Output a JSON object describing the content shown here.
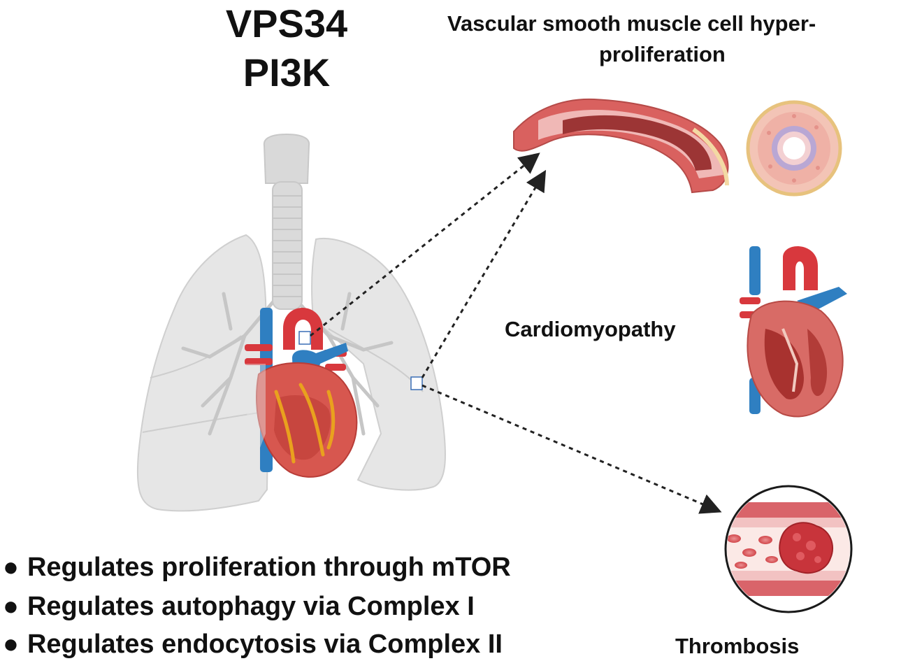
{
  "title_lines": [
    "VPS34",
    "PI3K"
  ],
  "labels": {
    "vascular_line1": "Vascular smooth muscle cell hyper-",
    "vascular_line2": "proliferation",
    "cardiomyopathy": "Cardiomyopathy",
    "thrombosis": "Thrombosis"
  },
  "bullets": [
    "Regulates proliferation through mTOR",
    "Regulates autophagy via Complex I",
    "Regulates endocytosis via Complex II"
  ],
  "bullet_glyph": "●",
  "icons": {
    "lungs": "lungs-icon",
    "trachea": "trachea-icon",
    "heart": "heart-icon",
    "artery": "artery-icon",
    "artery_cross_section": "artery-cross-section-icon",
    "heart_section": "heart-section-icon",
    "thrombus": "thrombus-icon"
  },
  "colors": {
    "text": "#111111",
    "artery_outer": "#d9615f",
    "artery_inner": "#9c3535",
    "vein_blue": "#2f7fc1",
    "lung_gray": "#e4e4e4",
    "arrow": "#222222"
  }
}
